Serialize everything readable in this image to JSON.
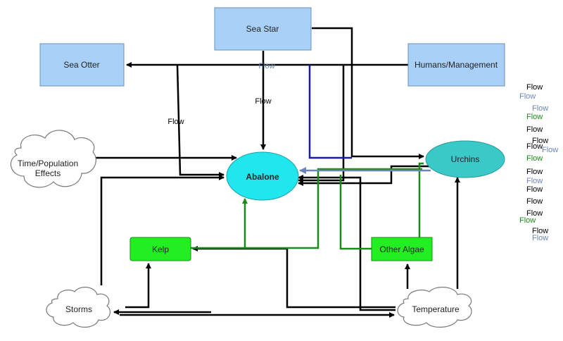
{
  "nodes": {
    "sea_star": "Sea Star",
    "sea_otter": "Sea Otter",
    "humans": "Humans/Management",
    "time_pop_line1": "Time/Population",
    "time_pop_line2": "Effects",
    "abalone": "Abalone",
    "urchins": "Urchins",
    "kelp": "Kelp",
    "other_algae": "Other Algae",
    "storms": "Storms",
    "temperature": "Temperature"
  },
  "edge_labels": {
    "flow_top": "Flow",
    "flow_seastar": "Flow",
    "flow_left": "Flow"
  },
  "stray_labels": [
    "Flow",
    "Flow",
    "Flow",
    "Flow",
    "Flow",
    "Flow",
    "Flow",
    "Flow",
    "Flow",
    "Flow",
    "Flow",
    "Flow",
    "Flow",
    "Flow",
    "Flow",
    "Flow",
    "Flow"
  ],
  "colors": {
    "box_fill": "#a9d1f7",
    "box_stroke": "#6b8fb5",
    "abalone_fill": "#22e6ee",
    "urchins_fill": "#3bc8c8",
    "green_box": "#22ee22",
    "black_edge": "#000000",
    "green_edge": "#1a8a1a",
    "blue_edge": "#1a1aa8",
    "steel_edge": "#6a86b8"
  }
}
